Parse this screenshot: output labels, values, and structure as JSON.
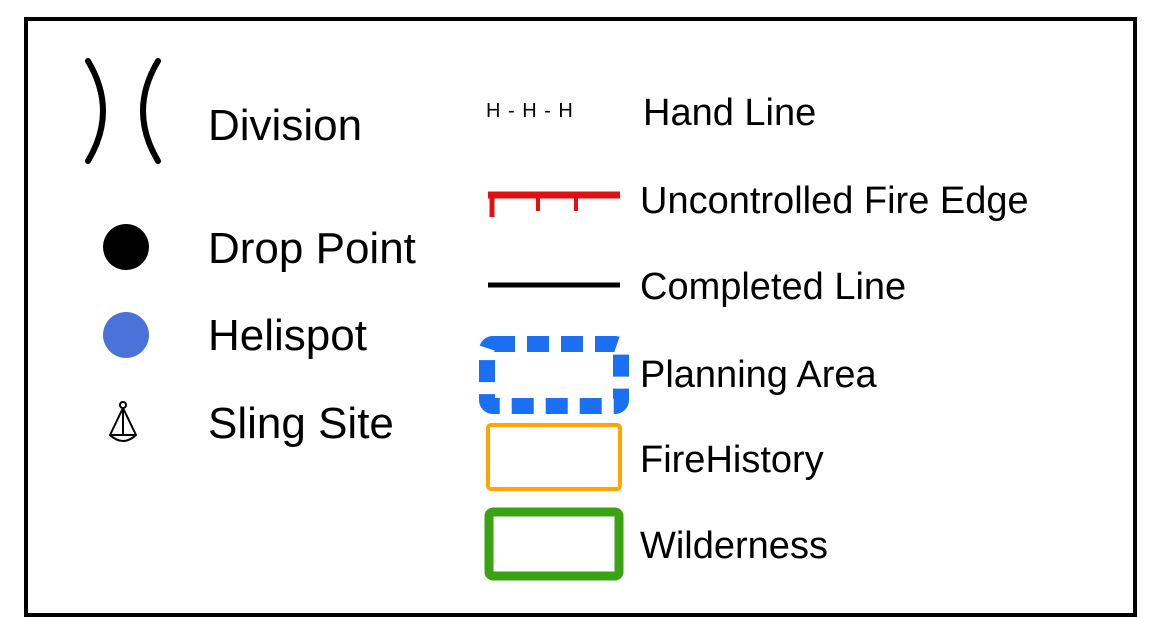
{
  "legend": {
    "items": {
      "division": {
        "label": "Division",
        "symbol_text": ")(",
        "icon": "division-brackets-icon"
      },
      "drop_point": {
        "label": "Drop Point",
        "icon": "black-filled-circle-icon",
        "color": "#000000"
      },
      "helispot": {
        "label": "Helispot",
        "icon": "blue-filled-circle-icon",
        "color": "#4a72d8"
      },
      "sling_site": {
        "label": "Sling Site",
        "icon": "sling-triangle-icon"
      },
      "hand_line": {
        "label": "Hand Line",
        "symbol_text": "H - H - H",
        "icon": "hand-line-dashed-icon"
      },
      "uncontrolled_fire_edge": {
        "label": "Uncontrolled Fire Edge",
        "icon": "red-hatched-line-icon",
        "color": "#e01010"
      },
      "completed_line": {
        "label": "Completed Line",
        "icon": "solid-black-line-icon",
        "color": "#000000"
      },
      "planning_area": {
        "label": "Planning Area",
        "icon": "blue-dashed-rectangle-icon",
        "color": "#1a6ff2"
      },
      "fire_history": {
        "label": "FireHistory",
        "icon": "orange-outlined-rectangle-icon",
        "color": "#ffa500"
      },
      "wilderness": {
        "label": "Wilderness",
        "icon": "green-outlined-rectangle-icon",
        "color": "#3aa314"
      }
    }
  }
}
